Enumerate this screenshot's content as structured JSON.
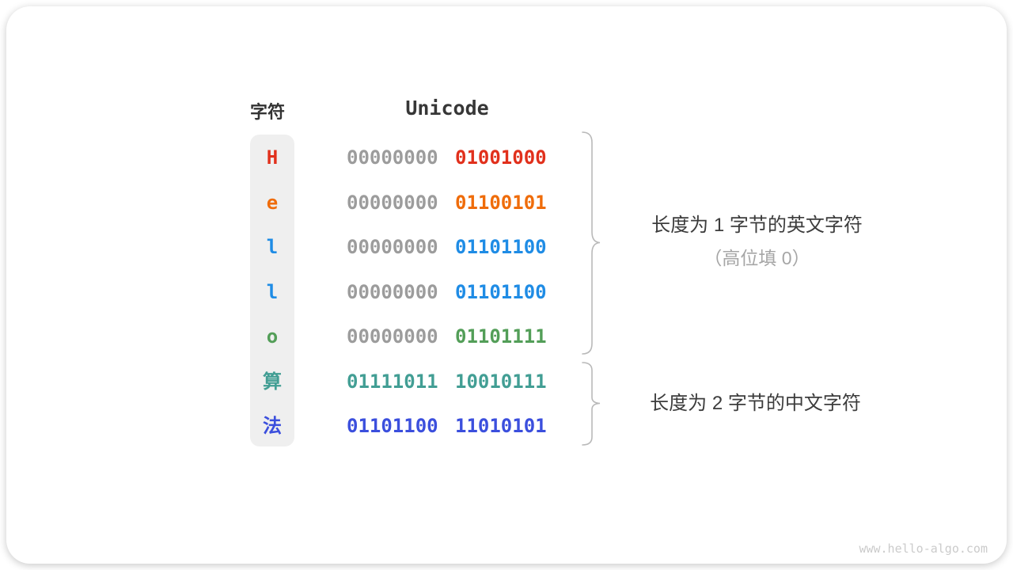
{
  "table": {
    "headers": {
      "char": "字符",
      "unicode": "Unicode"
    },
    "rows": [
      {
        "char": "H",
        "char_color": "#e1301c",
        "byte1": "00000000",
        "byte1_color": "#9c9c9c",
        "byte2": "01001000",
        "byte2_color": "#e1301c"
      },
      {
        "char": "e",
        "char_color": "#ef6c0a",
        "byte1": "00000000",
        "byte1_color": "#9c9c9c",
        "byte2": "01100101",
        "byte2_color": "#ef6c0a"
      },
      {
        "char": "l",
        "char_color": "#1f8ce5",
        "byte1": "00000000",
        "byte1_color": "#9c9c9c",
        "byte2": "01101100",
        "byte2_color": "#1f8ce5"
      },
      {
        "char": "l",
        "char_color": "#1f8ce5",
        "byte1": "00000000",
        "byte1_color": "#9c9c9c",
        "byte2": "01101100",
        "byte2_color": "#1f8ce5"
      },
      {
        "char": "o",
        "char_color": "#539e58",
        "byte1": "00000000",
        "byte1_color": "#9c9c9c",
        "byte2": "01101111",
        "byte2_color": "#539e58"
      },
      {
        "char": "算",
        "char_color": "#429e94",
        "byte1": "01111011",
        "byte1_color": "#429e94",
        "byte2": "10010111",
        "byte2_color": "#429e94"
      },
      {
        "char": "法",
        "char_color": "#3b4fdd",
        "byte1": "01101100",
        "byte1_color": "#3b4fdd",
        "byte2": "11010101",
        "byte2_color": "#3b4fdd"
      }
    ]
  },
  "annotations": {
    "english": {
      "line1": "长度为 1 字节的英文字符",
      "line2": "（高位填 0）"
    },
    "chinese": {
      "line1": "长度为 2 字节的中文字符"
    }
  },
  "watermark": "www.hello-algo.com",
  "colors": {
    "gray_zero_byte": "#9c9c9c",
    "header_text": "#333333",
    "annotation_primary": "#3c3c3c",
    "annotation_secondary": "#a6a6a6",
    "brace_stroke": "#b9b9b9",
    "char_column_bg": "#efefef",
    "watermark_text": "#cbcbcb"
  }
}
